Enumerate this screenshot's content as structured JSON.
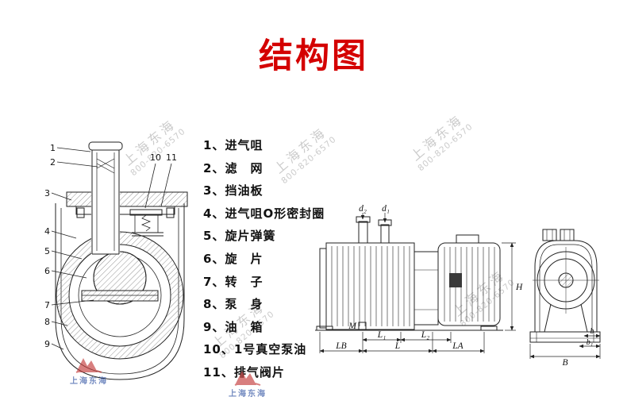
{
  "title": "结构图",
  "colors": {
    "title_red": "#d40000",
    "line": "#222222",
    "watermark_gray": "#c6c6c6",
    "logo_red": "#c43b3b",
    "logo_blue": "#2b4ea0"
  },
  "parts_list": {
    "items": [
      {
        "num": "1、",
        "label": "进气咀"
      },
      {
        "num": "2、",
        "label": "滤　网"
      },
      {
        "num": "3、",
        "label": "挡油板"
      },
      {
        "num": "4、",
        "label": "进气咀O形密封圈"
      },
      {
        "num": "5、",
        "label": "旋片弹簧"
      },
      {
        "num": "6、",
        "label": "旋　片"
      },
      {
        "num": "7、",
        "label": "转　子"
      },
      {
        "num": "8、",
        "label": "泵　身"
      },
      {
        "num": "9、",
        "label": "油　箱"
      },
      {
        "num": "10、",
        "label": "1号真空泵油"
      },
      {
        "num": "11、",
        "label": "排气阀片"
      }
    ]
  },
  "callouts": [
    "1",
    "2",
    "3",
    "4",
    "5",
    "6",
    "7",
    "8",
    "9",
    "10",
    "11"
  ],
  "dims": {
    "d2": "d₂",
    "d1": "d₁",
    "H": "H",
    "M": "M",
    "L1": "L₁",
    "L2": "L₂",
    "LB": "LB",
    "L": "L",
    "LA": "LA",
    "b": "b",
    "b1": "b₁",
    "B": "B"
  },
  "watermark": {
    "name": "上海东海",
    "phone": "800-820-6570"
  }
}
